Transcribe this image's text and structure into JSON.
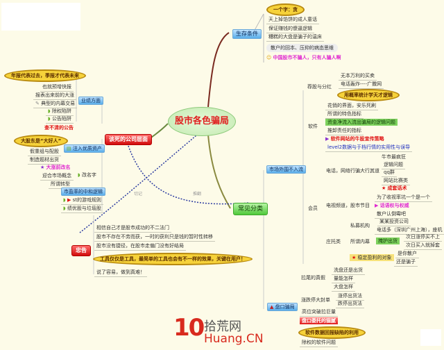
{
  "central": {
    "label": "股市各色骗局"
  },
  "branches": {
    "survival": {
      "label": "生存条件",
      "items": [
        {
          "label": "一个字：贪",
          "style": "ellipse"
        },
        {
          "label": "天上掉馅饼的成人童话"
        },
        {
          "label": "保证赚钱的傻逼逻辑"
        },
        {
          "label": "糟糕的大盘是骗子的温床"
        },
        {
          "label": "散户的回本、压抑的病态思维",
          "style": "pill"
        },
        {
          "label": "中国股市不骗人，只有人骗人啊",
          "style": "magenta",
          "icon": "smiley-icon"
        }
      ]
    },
    "common": {
      "label": "常见分类",
      "market": {
        "label": "市场外围不入流",
        "recommend": {
          "label": "荐股与分红",
          "items": [
            "无本万利的买卖",
            "电话轰炸----广撒网",
            "用概率统计学天才逻辑"
          ]
        },
        "software": {
          "label": "软件",
          "items": [
            "花俏的界面，安乐死刷",
            "所谓的特色指标",
            "资金净流入流出骗局的逻辑问题",
            "推卸责任的指标",
            "软件网站的牛股宣传策略",
            "level2数据与于档行情的实用性与误导"
          ]
        },
        "member": {
          "label": "会员",
          "phone": {
            "label": "电话，网络行骗大行其道",
            "items": [
              "牛市最疯狂",
              "逻辑问题",
              "qq群",
              "网站比赛类",
              "成套话术"
            ]
          },
          "tv": {
            "label": "电视频道，股市节目",
            "items": [
              "为了收视率坑一个是一个",
              "话语权与权威",
              "散户认倒霉吧"
            ]
          }
        },
        "zhuang": {
          "label": "庄托类",
          "private": {
            "label": "私募机构",
            "items": [
              "某某投资公司",
              "电话多（深圳广州上海），座机"
            ]
          },
          "insider": {
            "label": "所谓内幕",
            "sub": "掩护出货",
            "items": [
              "次日涨停买不上",
              "次日买入就掉套"
            ]
          },
          "target": {
            "label": "稳定盈利的对象",
            "items": [
              "是你散户",
              "还是骗子"
            ]
          }
        }
      },
      "tape": {
        "label": "盘口骗局",
        "pull": {
          "label": "拉尾的真假",
          "items": [
            "洗盘还是出货",
            "量能怎样",
            "大盘怎样"
          ]
        },
        "limit": {
          "label": "涨跌停大封单",
          "items": [
            "涨停出货法",
            "跌停出货法"
          ]
        },
        "items": [
          "高位突破拉巨量",
          "盘口委托的猫腻",
          "软件数据回报缺陷的利用",
          "除权的软件问题"
        ]
      }
    },
    "company": {
      "label": "该死的公司层面",
      "performance": {
        "label": "业绩方面",
        "items": [
          "年报代表过去，季报才代表未来",
          "也就预增快报",
          "报表出来前的大涨",
          "典型的内幕交易",
          "除权陷阱",
          "公告陷阱",
          "查不清的公告"
        ]
      },
      "assets": {
        "label": "注入优质资产",
        "items": [
          "大股东是“大好人”",
          "假重组与配股",
          "制造题材出货"
        ]
      },
      "rename": {
        "label": "改名字",
        "items": [
          "大涨前改名",
          "迎合市场概念",
          "所谓转型"
        ]
      },
      "bull": {
        "label": "市盈率的中和逻辑",
        "items": [
          "st的游戏规则",
          "绩优股与垃圾股"
        ]
      }
    },
    "advice": {
      "label": "忠告",
      "items": [
        "相信自己才是股市成功的不二法门",
        "股市不存在不劳而获，一时的获利只是钱的暂时性转移",
        "股市没有捷径，在股市走偏门没有好结局",
        "工具仅仅是工具，最简单的工具也会有不一样的效果，关键在用户！",
        "说了容易，做到真难！"
      ]
    }
  },
  "connectors": {
    "a": "切记",
    "b": "推翻"
  },
  "watermark": {
    "number": "10",
    "cn": "拾荒网",
    "domain": "Huang.CN"
  },
  "colors": {
    "background": "#fdfbe8",
    "central_fill": "#c3eab0",
    "central_text": "#e02020",
    "red_node": "#d10c0c",
    "green_node": "#4fc83a",
    "blue_node": "#5aaeea",
    "ellipse": "#f6d23a"
  }
}
